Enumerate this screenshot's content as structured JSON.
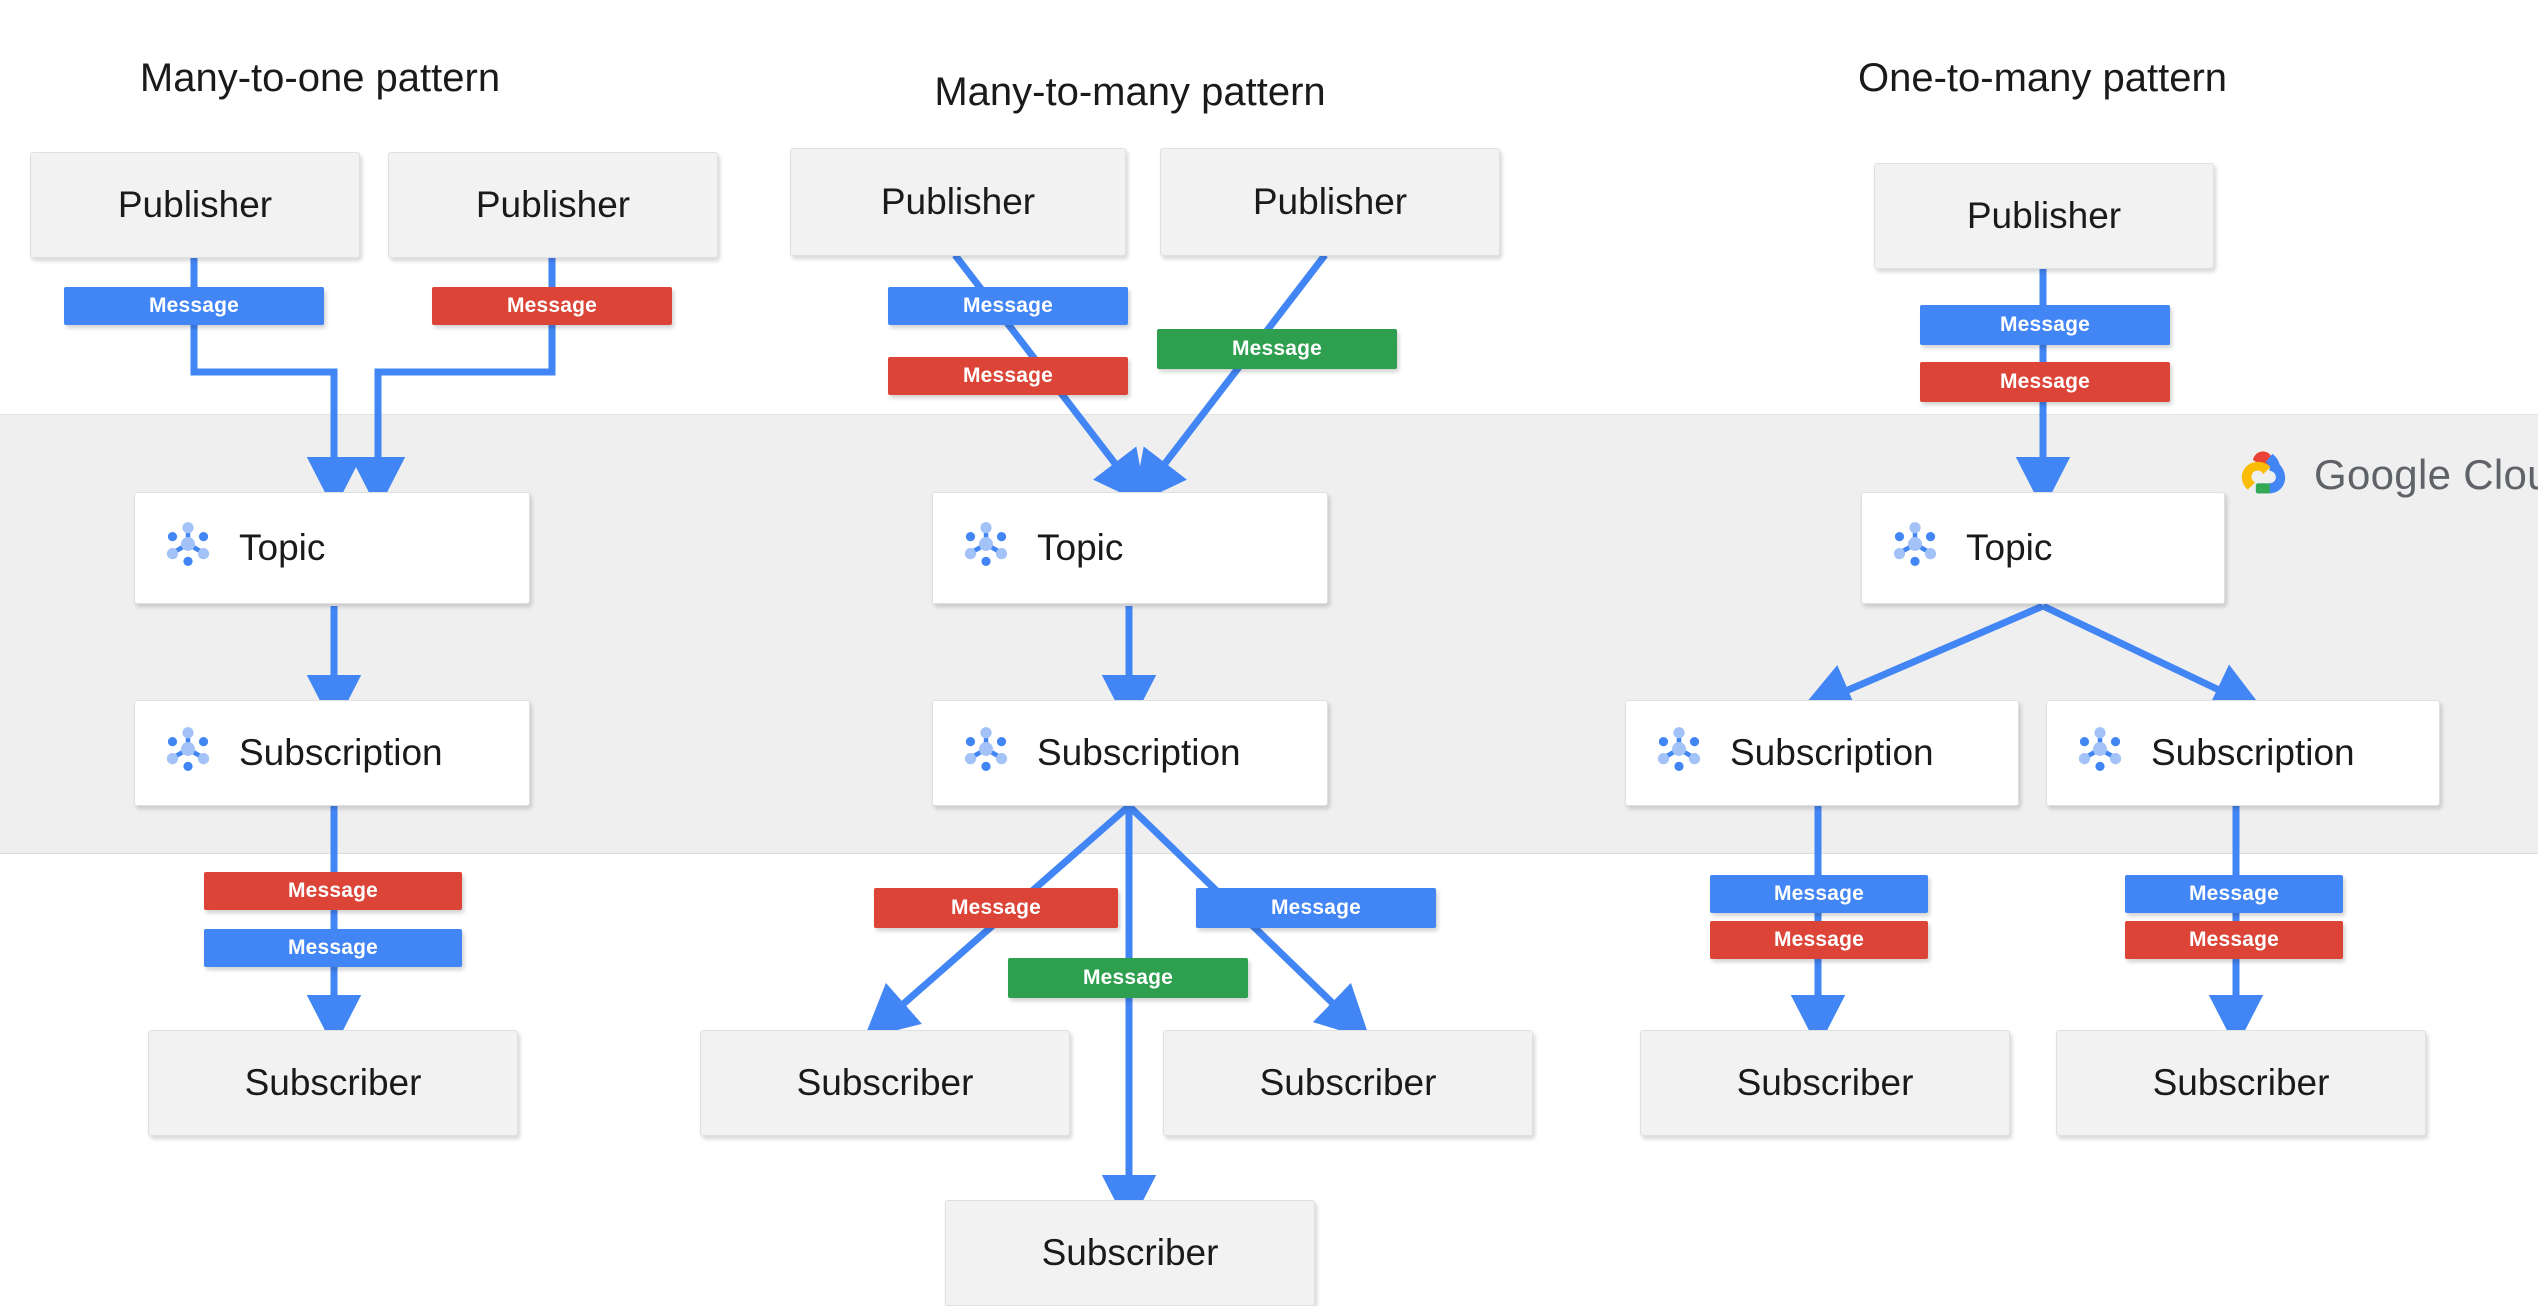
{
  "diagram": {
    "title_bar_brand": "Google Cloud",
    "brand_colors": {
      "blue": "#4285F4",
      "red": "#DB4437",
      "green": "#2E9E4F",
      "yellow": "#F4B400",
      "icon_light_blue": "#A3C2F7",
      "band_gray": "#EFEFEF",
      "box_gray": "#F2F2F2",
      "brand_text_gray": "#5F6368"
    },
    "cloud_band_label": "Google Cloud",
    "columns": [
      {
        "id": "many-to-one",
        "caption": "Many-to-one pattern",
        "publishers": [
          {
            "label": "Publisher"
          },
          {
            "label": "Publisher"
          }
        ],
        "publish_messages": [
          {
            "label": "Message",
            "color": "blue"
          },
          {
            "label": "Message",
            "color": "red"
          }
        ],
        "topic": {
          "label": "Topic",
          "icon": "pubsub-icon"
        },
        "subscriptions": [
          {
            "label": "Subscription",
            "icon": "pubsub-icon"
          }
        ],
        "deliver_messages": [
          {
            "label": "Message",
            "color": "red"
          },
          {
            "label": "Message",
            "color": "blue"
          }
        ],
        "subscribers": [
          {
            "label": "Subscriber"
          }
        ]
      },
      {
        "id": "many-to-many",
        "caption": "Many-to-many  pattern",
        "publishers": [
          {
            "label": "Publisher"
          },
          {
            "label": "Publisher"
          }
        ],
        "publish_messages": [
          {
            "label": "Message",
            "color": "blue"
          },
          {
            "label": "Message",
            "color": "red"
          },
          {
            "label": "Message",
            "color": "green"
          }
        ],
        "topic": {
          "label": "Topic",
          "icon": "pubsub-icon"
        },
        "subscriptions": [
          {
            "label": "Subscription",
            "icon": "pubsub-icon"
          }
        ],
        "deliver_messages": [
          {
            "label": "Message",
            "color": "red"
          },
          {
            "label": "Message",
            "color": "blue"
          },
          {
            "label": "Message",
            "color": "green"
          }
        ],
        "subscribers": [
          {
            "label": "Subscriber"
          },
          {
            "label": "Subscriber"
          },
          {
            "label": "Subscriber"
          }
        ]
      },
      {
        "id": "one-to-many",
        "caption": "One-to-many pattern",
        "publishers": [
          {
            "label": "Publisher"
          }
        ],
        "publish_messages": [
          {
            "label": "Message",
            "color": "blue"
          },
          {
            "label": "Message",
            "color": "red"
          }
        ],
        "topic": {
          "label": "Topic",
          "icon": "pubsub-icon"
        },
        "subscriptions": [
          {
            "label": "Subscription",
            "icon": "pubsub-icon"
          },
          {
            "label": "Subscription",
            "icon": "pubsub-icon"
          }
        ],
        "deliver_messages": [
          {
            "label": "Message",
            "color": "blue"
          },
          {
            "label": "Message",
            "color": "red"
          },
          {
            "label": "Message",
            "color": "blue"
          },
          {
            "label": "Message",
            "color": "red"
          }
        ],
        "subscribers": [
          {
            "label": "Subscriber"
          },
          {
            "label": "Subscriber"
          }
        ]
      }
    ]
  }
}
